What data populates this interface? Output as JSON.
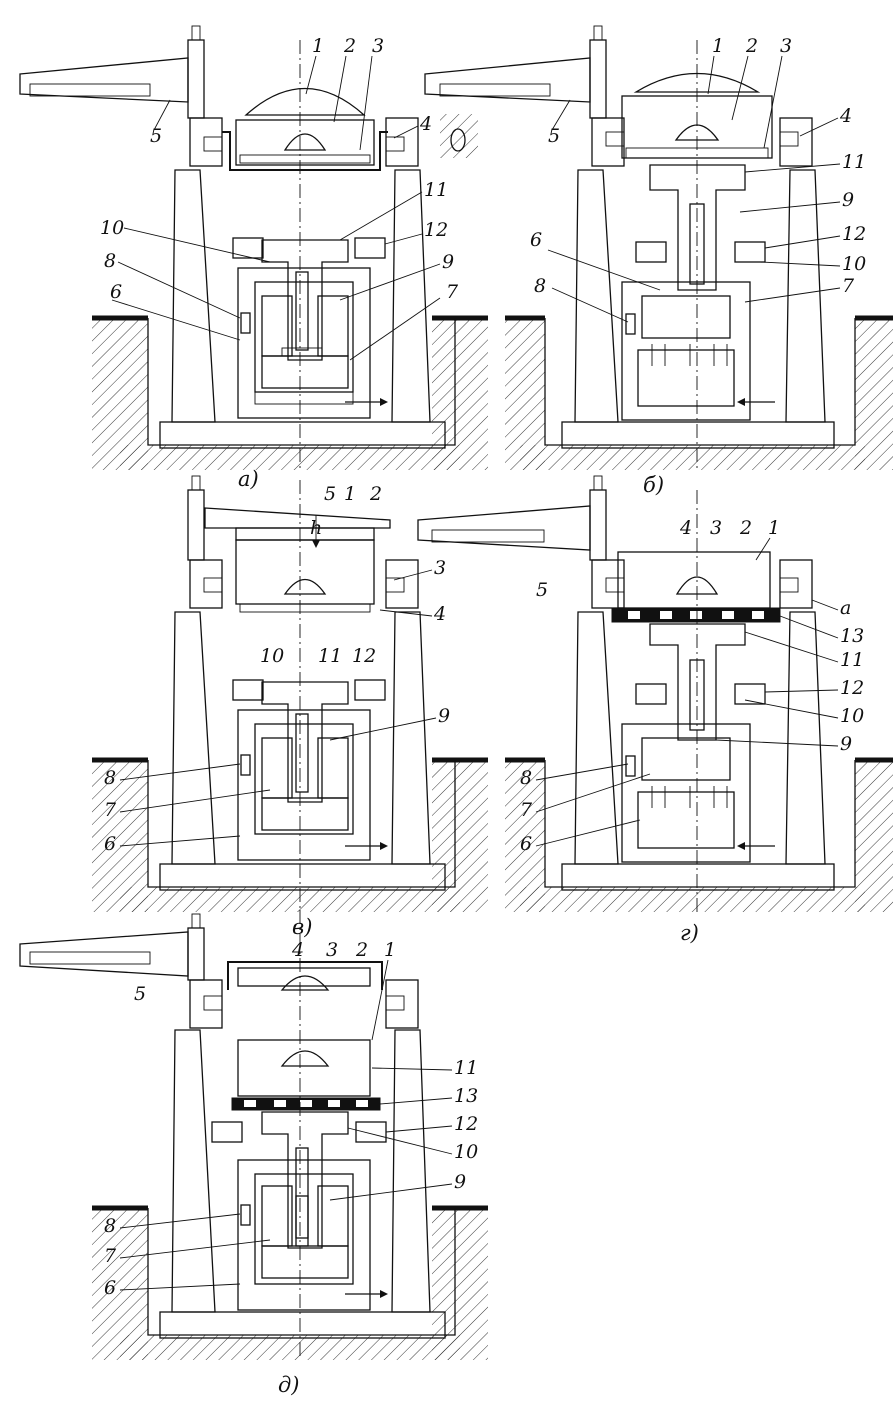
{
  "panels": [
    {
      "id": "a",
      "caption": "а)",
      "labels": [
        "1",
        "2",
        "3",
        "4",
        "5",
        "6",
        "7",
        "8",
        "9",
        "10",
        "11",
        "12"
      ]
    },
    {
      "id": "b",
      "caption": "б)",
      "labels": [
        "1",
        "2",
        "3",
        "4",
        "5",
        "6",
        "7",
        "8",
        "9",
        "10",
        "11",
        "12"
      ]
    },
    {
      "id": "v",
      "caption": "в)",
      "labels": [
        "1",
        "2",
        "3",
        "4",
        "5",
        "6",
        "7",
        "8",
        "9",
        "10",
        "11",
        "12"
      ],
      "dimension_label": "h"
    },
    {
      "id": "g",
      "caption": "г)",
      "labels": [
        "1",
        "2",
        "3",
        "4",
        "5",
        "6",
        "7",
        "8",
        "9",
        "10",
        "11",
        "12",
        "13"
      ],
      "extra_label": "a"
    },
    {
      "id": "d",
      "caption": "д)",
      "labels": [
        "1",
        "2",
        "3",
        "4",
        "5",
        "6",
        "7",
        "8",
        "9",
        "10",
        "11",
        "12",
        "13"
      ]
    }
  ]
}
